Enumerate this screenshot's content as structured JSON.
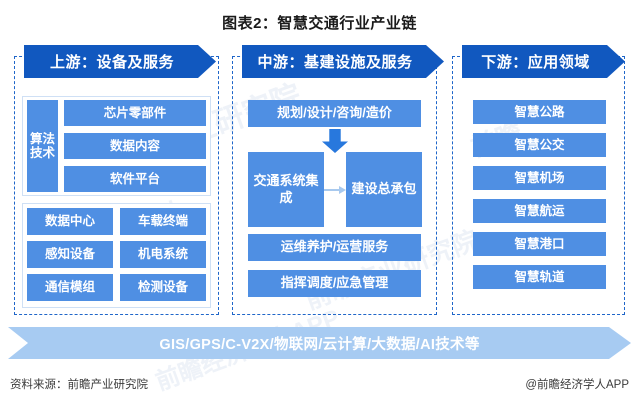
{
  "title": "图表2：智慧交通行业产业链",
  "colors": {
    "header_blue": "#1158bf",
    "box_blue": "#4f8fe3",
    "banner_blue": "#a7cbf2",
    "dashed_border": "#1f66c9"
  },
  "watermarks": [
    "前瞻产业研究院",
    "前瞻经济学人",
    "前瞻",
    "前瞻产业研究院",
    "前瞻经济学人APP"
  ],
  "columns": {
    "upstream": {
      "header": "上游：设备及服务",
      "algorithm_label": "算法技术",
      "primary_items": [
        "芯片零部件",
        "数据内容",
        "软件平台"
      ],
      "grid_items": [
        "数据中心",
        "车载终端",
        "感知设备",
        "机电系统",
        "通信模组",
        "检测设备"
      ]
    },
    "midstream": {
      "header": "中游：基建设施及服务",
      "top_item": "规划/设计/咨询/造价",
      "pair_left": "交通系统集成",
      "pair_right": "建设总承包",
      "bottom_items": [
        "运维养护/运营服务",
        "指挥调度/应急管理"
      ]
    },
    "downstream": {
      "header": "下游：应用领域",
      "items": [
        "智慧公路",
        "智慧公交",
        "智慧机场",
        "智慧航运",
        "智慧港口",
        "智慧轨道"
      ]
    }
  },
  "bottom_banner": "GIS/GPS/C-V2X/物联网/云计算/大数据/AI技术等",
  "footer": {
    "source": "资料来源：前瞻产业研究院",
    "attribution": "@前瞻经济学人APP"
  }
}
